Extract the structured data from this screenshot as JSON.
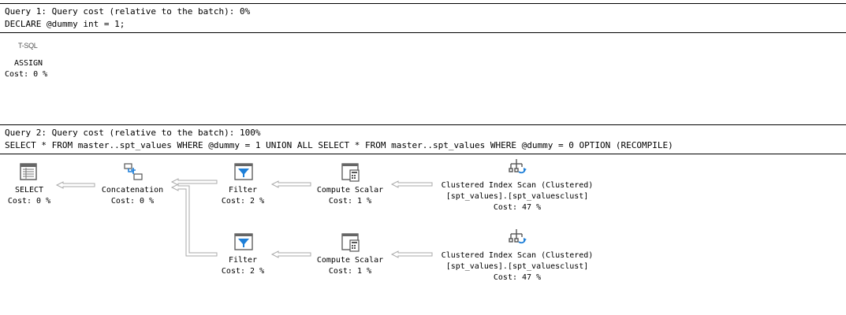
{
  "query1": {
    "header": "Query 1: Query cost (relative to the batch): 0%",
    "statement": "DECLARE @dummy int = 1;",
    "tsql_label": "T-SQL",
    "node": {
      "name": "ASSIGN",
      "cost": "Cost: 0 %"
    }
  },
  "query2": {
    "header": "Query 2: Query cost (relative to the batch): 100%",
    "statement": "SELECT * FROM master..spt_values WHERE @dummy = 1 UNION ALL SELECT * FROM master..spt_values WHERE @dummy = 0 OPTION (RECOMPILE)",
    "select": {
      "name": "SELECT",
      "cost": "Cost: 0 %"
    },
    "concat": {
      "name": "Concatenation",
      "cost": "Cost: 0 %"
    },
    "filter1": {
      "name": "Filter",
      "cost": "Cost: 2 %"
    },
    "compute1": {
      "name": "Compute Scalar",
      "cost": "Cost: 1 %"
    },
    "scan1": {
      "name": "Clustered Index Scan (Clustered)",
      "object": "[spt_values].[spt_valuesclust]",
      "cost": "Cost: 47 %"
    },
    "filter2": {
      "name": "Filter",
      "cost": "Cost: 2 %"
    },
    "compute2": {
      "name": "Compute Scalar",
      "cost": "Cost: 1 %"
    },
    "scan2": {
      "name": "Clustered Index Scan (Clustered)",
      "object": "[spt_values].[spt_valuesclust]",
      "cost": "Cost: 47 %"
    }
  },
  "icons": {
    "assign": "tsql-assign-icon",
    "select": "select-result-icon",
    "concat": "concatenation-icon",
    "filter": "filter-funnel-icon",
    "compute": "compute-scalar-icon",
    "scan": "clustered-index-scan-icon"
  },
  "colors": {
    "icon_blue": "#1e7fd8",
    "arrow": "#a9a9a9",
    "separator": "#000000"
  }
}
